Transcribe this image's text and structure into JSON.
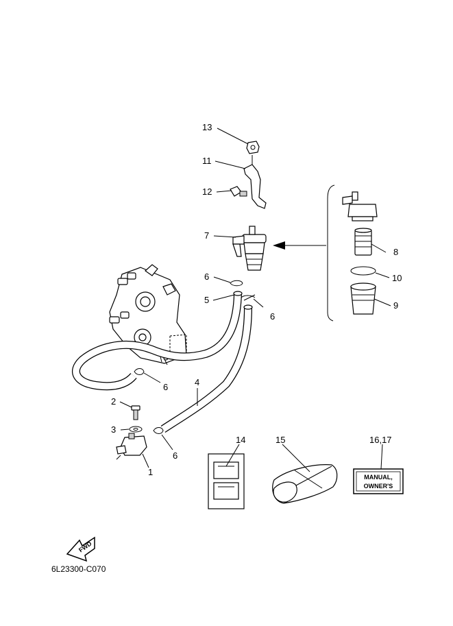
{
  "diagram_code": "6L23300-C070",
  "fwd_label": "FWD",
  "callouts": {
    "c1": "1",
    "c2": "2",
    "c3": "3",
    "c4": "4",
    "c5": "5",
    "c6a": "6",
    "c6b": "6",
    "c6c": "6",
    "c6d": "6",
    "c7": "7",
    "c8": "8",
    "c9": "9",
    "c10": "10",
    "c11": "11",
    "c12": "12",
    "c13": "13",
    "c14": "14",
    "c15": "15",
    "c1617": "16,17"
  },
  "manual_box": {
    "line1": "MANUAL,",
    "line2": "OWNER'S"
  }
}
